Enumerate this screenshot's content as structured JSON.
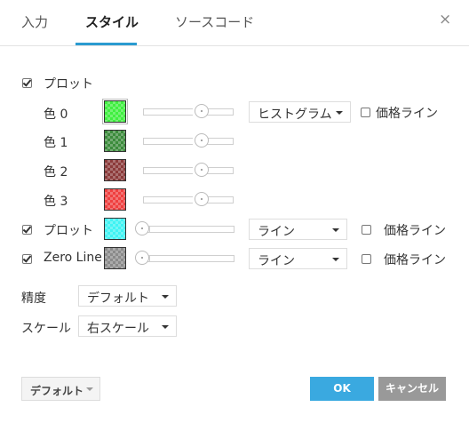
{
  "tabs": {
    "input": "入力",
    "style": "スタイル",
    "source": "ソースコード"
  },
  "close_glyph": "×",
  "plot1": {
    "label": "プロット",
    "checked": true,
    "style_select": "ヒストグラム",
    "price_line_label": "価格ライン",
    "colors": [
      {
        "label": "色 0",
        "color": "#3fef3f"
      },
      {
        "label": "色 1",
        "color": "#3b8b3b"
      },
      {
        "label": "色 2",
        "color": "#8b3a3a"
      },
      {
        "label": "色 3",
        "color": "#ef3f3f"
      }
    ]
  },
  "plot2": {
    "label": "プロット",
    "checked": true,
    "color": "#3ff3f3",
    "style_select": "ライン",
    "price_line_label": "価格ライン"
  },
  "zero_line": {
    "label": "Zero Line",
    "checked": true,
    "color": "#8a8a8a",
    "style_select": "ライン",
    "price_line_label": "価格ライン"
  },
  "precision": {
    "label": "精度",
    "value": "デフォルト"
  },
  "scale": {
    "label": "スケール",
    "value": "右スケール"
  },
  "footer": {
    "defaults": "デフォルト",
    "ok": "OK",
    "cancel": "キャンセル"
  },
  "accent_color": "#2a9bd0"
}
